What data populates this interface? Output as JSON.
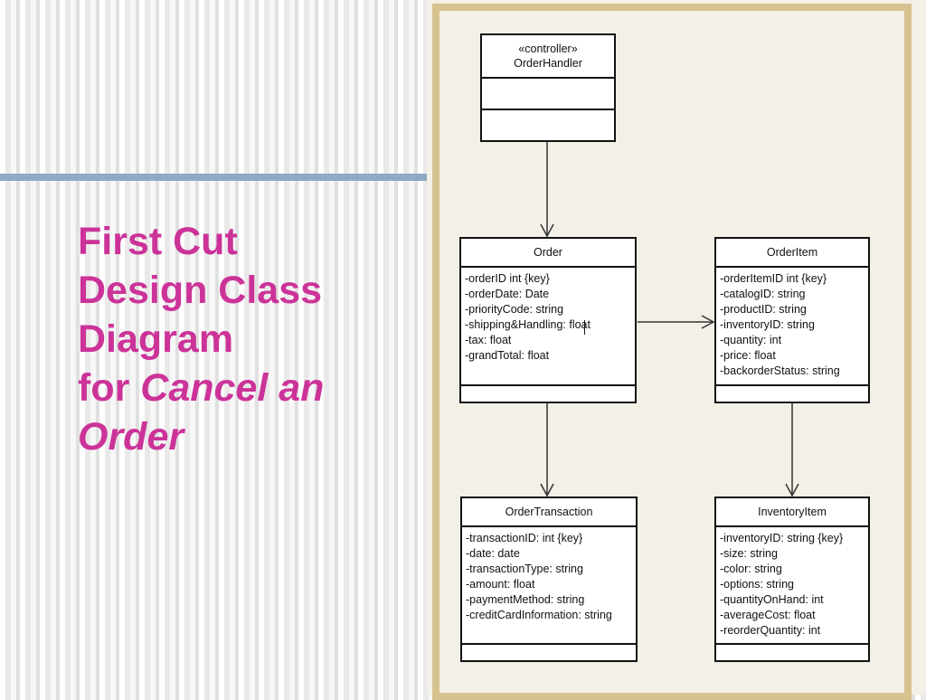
{
  "title": {
    "line1": "First Cut",
    "line2": "Design Class",
    "line3": "Diagram",
    "line4_prefix": "for ",
    "line4_italic": "Cancel an",
    "line5_italic": "Order"
  },
  "colors": {
    "title": "#cc3399",
    "rule": "#8eaac4",
    "frame": "#d6c28f",
    "panel": "#f3f0e7"
  },
  "diagram": {
    "order_handler": {
      "stereotype": "«controller»",
      "name": "OrderHandler"
    },
    "order": {
      "name": "Order",
      "attributes": [
        "-orderID int {key}",
        "-orderDate: Date",
        "-priorityCode: string",
        "-shipping&Handling: float",
        "-tax: float",
        "-grandTotal: float"
      ]
    },
    "order_item": {
      "name": "OrderItem",
      "attributes": [
        "-orderItemID int {key}",
        "-catalogID: string",
        "-productID: string",
        "-inventoryID: string",
        "-quantity: int",
        "-price: float",
        "-backorderStatus: string"
      ]
    },
    "order_transaction": {
      "name": "OrderTransaction",
      "attributes": [
        "-transactionID: int {key}",
        "-date: date",
        "-transactionType: string",
        "-amount: float",
        "-paymentMethod: string",
        "-creditCardInformation: string"
      ]
    },
    "inventory_item": {
      "name": "InventoryItem",
      "attributes": [
        "-inventoryID: string {key}",
        "-size: string",
        "-color: string",
        "-options: string",
        "-quantityOnHand: int",
        "-averageCost: float",
        "-reorderQuantity: int"
      ]
    }
  }
}
